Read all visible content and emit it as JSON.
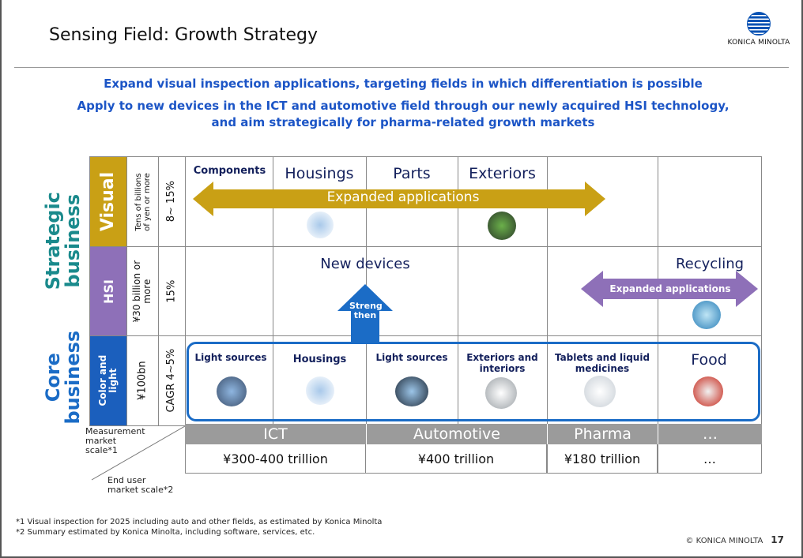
{
  "title": "Sensing Field: Growth Strategy",
  "logo": {
    "brand": "KONICA MINOLTA"
  },
  "messages": {
    "line1": "Expand visual inspection applications, targeting fields in which differentiation is possible",
    "line2": "Apply to new devices in the ICT and automotive field through our newly acquired HSI technology,",
    "line3": "and aim strategically for pharma-related growth markets"
  },
  "side_labels": {
    "strategic": "Strategic\nbusiness",
    "core": "Core\nbusiness"
  },
  "rows": {
    "visual": {
      "label": "Visual",
      "scale": "Tens of billions\nof yen or more",
      "growth": "8~ 15%",
      "color": "#c9a015"
    },
    "hsi": {
      "label": "HSI",
      "scale": "¥30 billion or\nmore",
      "growth": "15%",
      "color": "#8e70b8"
    },
    "color_light": {
      "label": "Color and\nlight",
      "scale": "¥100bn",
      "growth": "CAGR 4~5%",
      "color": "#1b5fbd"
    }
  },
  "visual_row": {
    "components": "Components",
    "housings": "Housings",
    "parts": "Parts",
    "exteriors": "Exteriors",
    "arrow": "Expanded applications"
  },
  "hsi_row": {
    "new_devices": "New devices",
    "recycling": "Recycling",
    "arrow": "Expanded applications",
    "strengthen": "Streng\nthen"
  },
  "core_row": [
    "Light sources",
    "Housings",
    "Light sources",
    "Exteriors and\ninteriors",
    "Tablets and liquid\nmedicines",
    "Food"
  ],
  "market": {
    "measurement_label": "Measurement\nmarket\nscale*1",
    "end_user_label": "End user\nmarket scale*2",
    "segments": [
      {
        "name": "ICT",
        "value": "¥300-400 trillion"
      },
      {
        "name": "Automotive",
        "value": "¥400 trillion"
      },
      {
        "name": "Pharma",
        "value": "¥180 trillion"
      },
      {
        "name": "…",
        "value": "…"
      }
    ]
  },
  "notes": {
    "n1": "*1 Visual inspection for 2025 including auto and other fields, as estimated by Konica Minolta",
    "n2": "*2 Summary estimated by Konica Minolta, including software, services, etc."
  },
  "footer": {
    "copyright": "© KONICA MINOLTA",
    "page": "17"
  },
  "colors": {
    "accent_blue": "#1c55c6",
    "teal": "#1a8a8c",
    "visual_gold": "#c9a015",
    "hsi_purple": "#8e70b8",
    "core_blue": "#1b5fbd",
    "arrow_blue": "#1b6cc6"
  }
}
